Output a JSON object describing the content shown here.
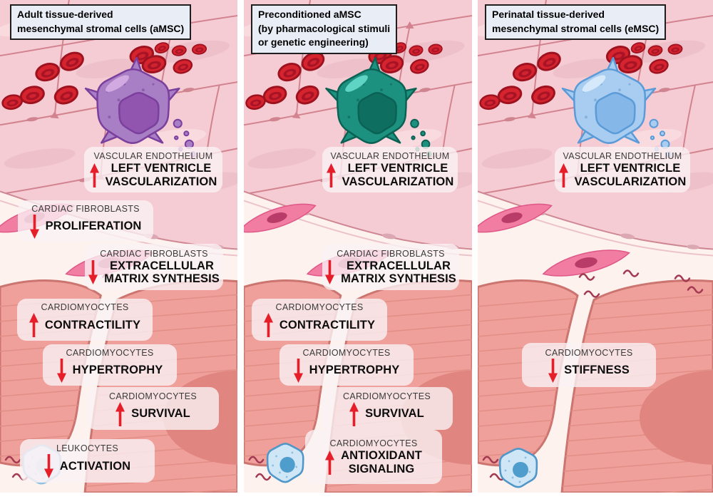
{
  "figure": {
    "type": "scientific-illustration",
    "topic": "Effects of mesenchymal stromal cell types on cardiac tissue"
  },
  "colors": {
    "arrow_red": "#e51e2a",
    "panel_background_pink": "#f5ccd3",
    "vessel_line_pink": "#d2838f",
    "interstitial_cream": "#fdf2ee",
    "label_box_background": "#f8eff2",
    "title_box_background": "#e9eef6",
    "title_box_border": "#1f1f1f",
    "myocyte_salmon": "#f0a09a",
    "myocyte_edge": "#cb7470",
    "red_blood_cell": "#d6242f",
    "fibroblast_pink": "#f27da3",
    "leukocyte_blue": "#cfe6f6",
    "amsc_cell_purple": "#a87fc5",
    "preconditioned_cell_teal": "#1d9180",
    "emsc_cell_blue": "#a9cdf0"
  },
  "panels": [
    {
      "id": "amsc",
      "title_lines": [
        "Adult tissue-derived",
        "mesenchymal stromal cells (aMSC)"
      ],
      "cell_illustration": "purple-msc-cell",
      "cell_color": "#a87fc5",
      "labels": [
        {
          "target": "VASCULAR ENDOTHELIUM",
          "direction": "up",
          "effect_lines": [
            "LEFT VENTRICLE",
            "VASCULARIZATION"
          ]
        },
        {
          "target": "CARDIAC FIBROBLASTS",
          "direction": "down",
          "effect_lines": [
            "PROLIFERATION"
          ]
        },
        {
          "target": "CARDIAC FIBROBLASTS",
          "direction": "down",
          "effect_lines": [
            "EXTRACELLULAR",
            "MATRIX SYNTHESIS"
          ]
        },
        {
          "target": "CARDIOMYOCYTES",
          "direction": "up",
          "effect_lines": [
            "CONTRACTILITY"
          ]
        },
        {
          "target": "CARDIOMYOCYTES",
          "direction": "down",
          "effect_lines": [
            "HYPERTROPHY"
          ]
        },
        {
          "target": "CARDIOMYOCYTES",
          "direction": "up",
          "effect_lines": [
            "SURVIVAL"
          ]
        },
        {
          "target": "LEUKOCYTES",
          "direction": "down",
          "effect_lines": [
            "ACTIVATION"
          ]
        }
      ]
    },
    {
      "id": "preconditioned-amsc",
      "title_lines": [
        "Preconditioned aMSC",
        "(by pharmacological stimuli",
        "or genetic engineering)"
      ],
      "cell_illustration": "teal-msc-cell",
      "cell_color": "#1d9180",
      "labels": [
        {
          "target": "VASCULAR ENDOTHELIUM",
          "direction": "up",
          "effect_lines": [
            "LEFT VENTRICLE",
            "VASCULARIZATION"
          ]
        },
        {
          "target": "CARDIAC FIBROBLASTS",
          "direction": "down",
          "effect_lines": [
            "EXTRACELLULAR",
            "MATRIX SYNTHESIS"
          ]
        },
        {
          "target": "CARDIOMYOCYTES",
          "direction": "up",
          "effect_lines": [
            "CONTRACTILITY"
          ]
        },
        {
          "target": "CARDIOMYOCYTES",
          "direction": "down",
          "effect_lines": [
            "HYPERTROPHY"
          ]
        },
        {
          "target": "CARDIOMYOCYTES",
          "direction": "up",
          "effect_lines": [
            "SURVIVAL"
          ]
        },
        {
          "target": "CARDIOMYOCYTES",
          "direction": "up",
          "effect_lines": [
            "ANTIOXIDANT",
            "SIGNALING"
          ]
        }
      ]
    },
    {
      "id": "emsc",
      "title_lines": [
        "Perinatal tissue-derived",
        "mesenchymal stromal cells (eMSC)"
      ],
      "cell_illustration": "blue-msc-cell",
      "cell_color": "#a9cdf0",
      "labels": [
        {
          "target": "VASCULAR ENDOTHELIUM",
          "direction": "up",
          "effect_lines": [
            "LEFT VENTRICLE",
            "VASCULARIZATION"
          ]
        },
        {
          "target": "CARDIOMYOCYTES",
          "direction": "down",
          "effect_lines": [
            "STIFFNESS"
          ]
        }
      ]
    }
  ]
}
